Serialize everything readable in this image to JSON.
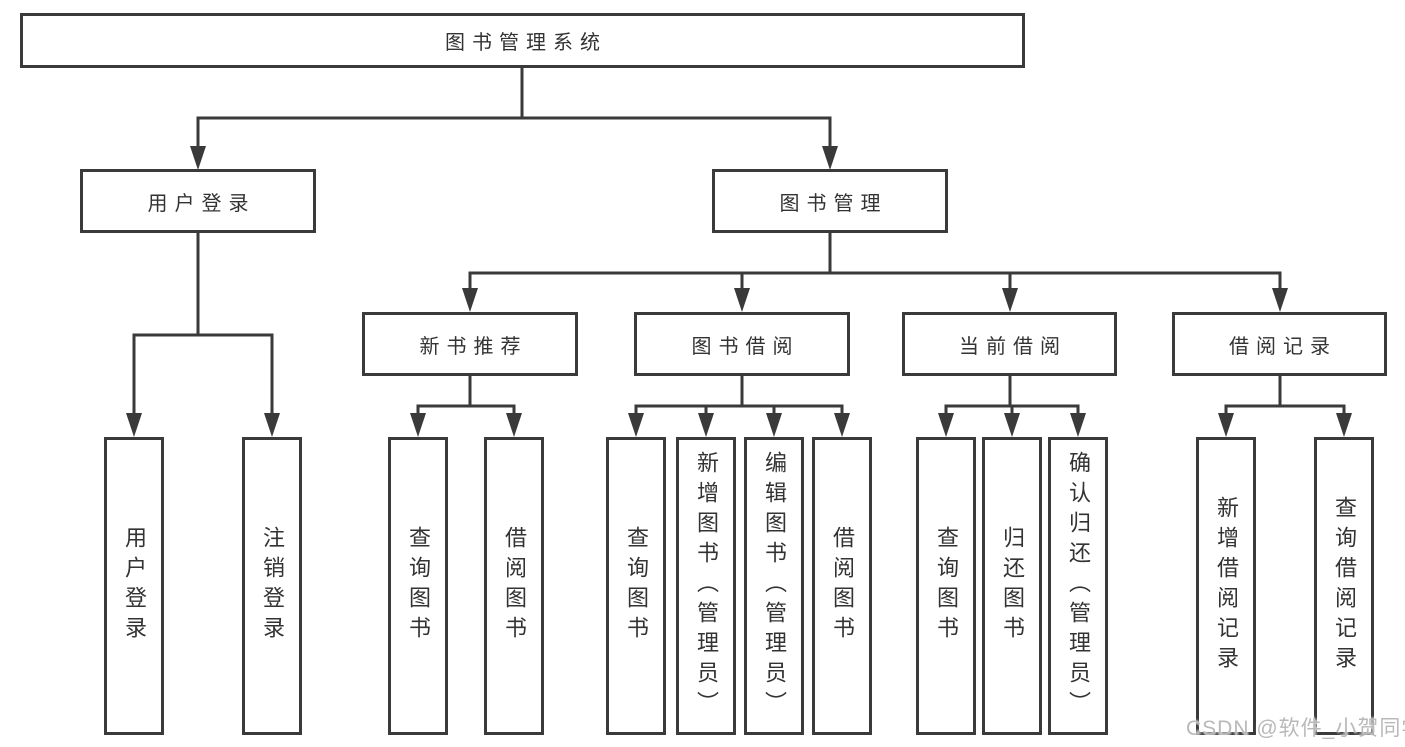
{
  "diagram": {
    "root": {
      "label": "图书管理系统"
    },
    "branches": [
      {
        "label": "用户登录",
        "children": [
          {
            "label": "用户登录"
          },
          {
            "label": "注销登录"
          }
        ]
      },
      {
        "label": "图书管理",
        "children": [
          {
            "label": "新书推荐",
            "children": [
              {
                "label": "查询图书"
              },
              {
                "label": "借阅图书"
              }
            ]
          },
          {
            "label": "图书借阅",
            "children": [
              {
                "label": "查询图书"
              },
              {
                "label": "新增图书（管理员）"
              },
              {
                "label": "编辑图书（管理员）"
              },
              {
                "label": "借阅图书"
              }
            ]
          },
          {
            "label": "当前借阅",
            "children": [
              {
                "label": "查询图书"
              },
              {
                "label": "归还图书"
              },
              {
                "label": "确认归还（管理员）"
              }
            ]
          },
          {
            "label": "借阅记录",
            "children": [
              {
                "label": "新增借阅记录"
              },
              {
                "label": "查询借阅记录"
              }
            ]
          }
        ]
      }
    ]
  },
  "watermark": {
    "text": "CSDN @软件_小贺同学"
  },
  "colors": {
    "line": "#3a3a3a",
    "text": "#333333",
    "background": "#ffffff",
    "watermark": "#b9b9b9"
  }
}
